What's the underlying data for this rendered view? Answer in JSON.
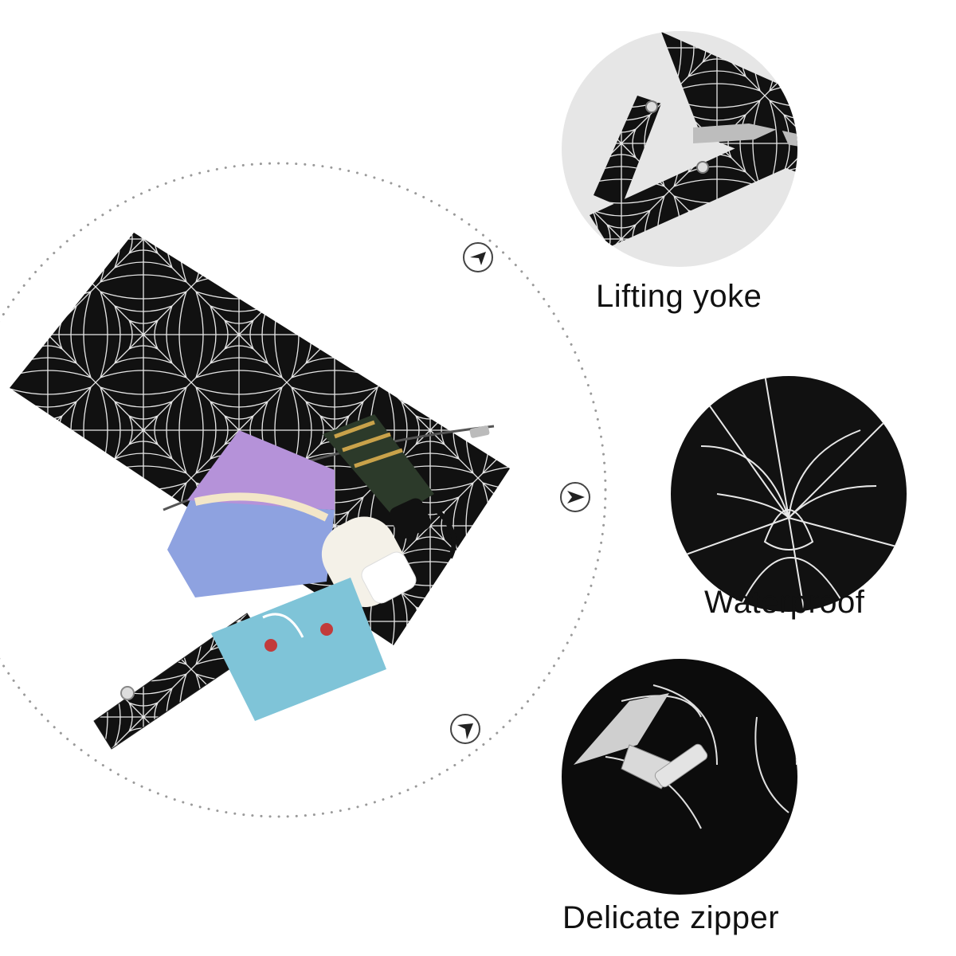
{
  "features": [
    {
      "label": "Lifting yoke",
      "icon": "snap-strap-closeup"
    },
    {
      "label": "Waterproof",
      "icon": "spiderweb-fabric-closeup"
    },
    {
      "label": "Delicate zipper",
      "icon": "zipper-pull-closeup"
    }
  ],
  "colors": {
    "background": "#ffffff",
    "fabric": "#111111",
    "web_lines": "#e8e8e8",
    "dotted_ring": "#9a9a9a",
    "badge_ring": "#444444",
    "closeup_backdrop": "#e6e6e6"
  },
  "pointer_icons": [
    "arrow-pointer-icon",
    "arrow-pointer-icon",
    "arrow-pointer-icon"
  ]
}
